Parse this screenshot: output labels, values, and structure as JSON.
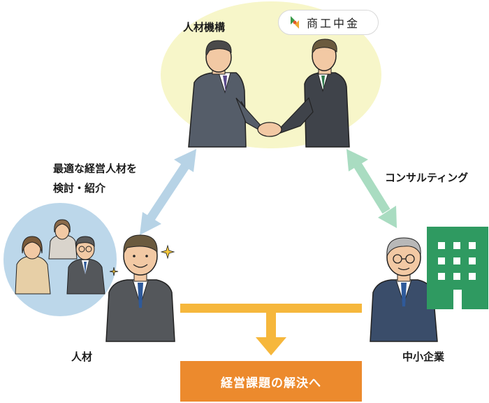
{
  "hub": {
    "title": "人材機構",
    "logo_text": "商工中金"
  },
  "left_arrow_caption": {
    "line1": "最適な経営人材を",
    "line2": "検討・紹介"
  },
  "right_arrow_caption": "コンサルティング",
  "talent_label": "人材",
  "sme_label": "中小企業",
  "result_label": "経営課題の解決へ",
  "colors": {
    "hub_bg": "#f7f6c9",
    "left_arrow": "#b7d3e6",
    "right_arrow": "#a9dcc1",
    "flow_arrow": "#f6b73c",
    "result_bg": "#ec8a2d",
    "building": "#2f9a61",
    "talent_circle": "#bcd7ea",
    "suit_gray": "#54575b",
    "suit_navy": "#3a4d6a"
  }
}
